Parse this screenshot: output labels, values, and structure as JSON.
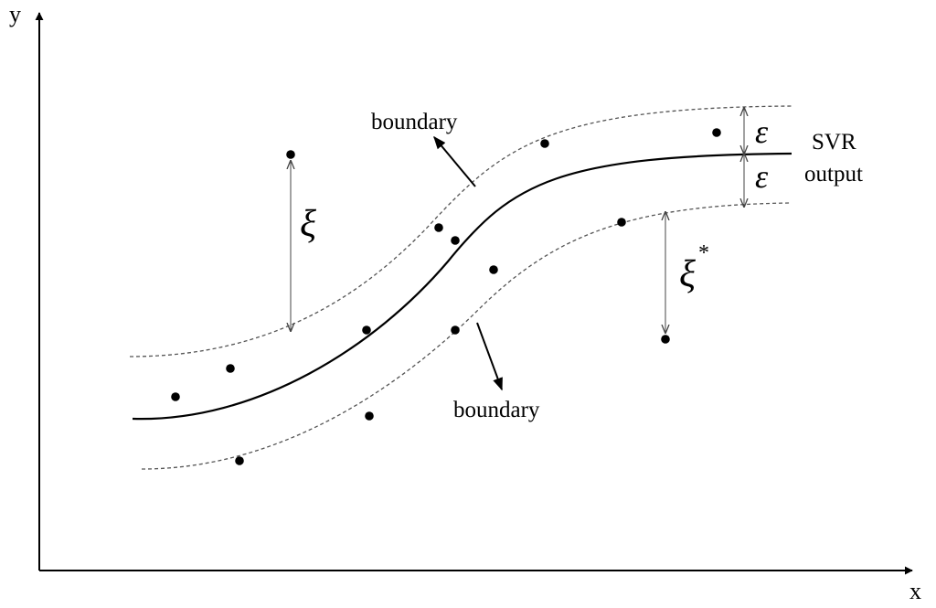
{
  "axes": {
    "x_label": "x",
    "y_label": "y"
  },
  "labels": {
    "boundary_upper": "boundary",
    "boundary_lower": "boundary",
    "svr_line1": "SVR",
    "svr_line2": "output",
    "epsilon_upper": "ε",
    "epsilon_lower": "ε",
    "xi": "ξ",
    "xi_star": "ξ",
    "xi_star_superscript": "*"
  },
  "colors": {
    "ink": "#000000",
    "tube": "#555555",
    "arrow_thin": "#444444"
  }
}
